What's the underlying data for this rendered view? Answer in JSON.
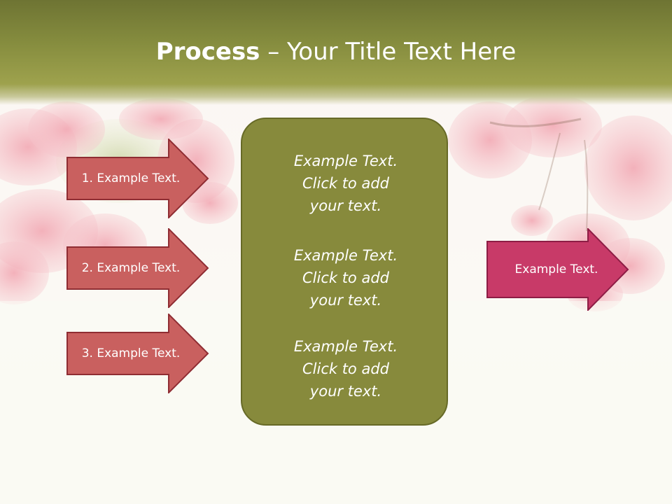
{
  "slide": {
    "title_bold": "Process",
    "title_rest": " – Your Title Text Here",
    "colors": {
      "header": "#858c3e",
      "left_arrow_fill": "#c9605f",
      "left_arrow_stroke": "#8f2d33",
      "right_arrow_fill": "#c83a68",
      "right_arrow_stroke": "#8d1d45",
      "center_box": "#878a3c"
    },
    "left_arrows": [
      {
        "label": "1. Example Text."
      },
      {
        "label": "2. Example Text."
      },
      {
        "label": "3. Example Text."
      }
    ],
    "center_texts": [
      {
        "line1": "Example Text.",
        "line2": "Click  to add",
        "line3": "your text."
      },
      {
        "line1": "Example Text.",
        "line2": "Click  to add",
        "line3": "your text."
      },
      {
        "line1": "Example Text.",
        "line2": "Click  to add",
        "line3": "your text."
      }
    ],
    "right_arrow": {
      "label": "Example Text."
    }
  }
}
